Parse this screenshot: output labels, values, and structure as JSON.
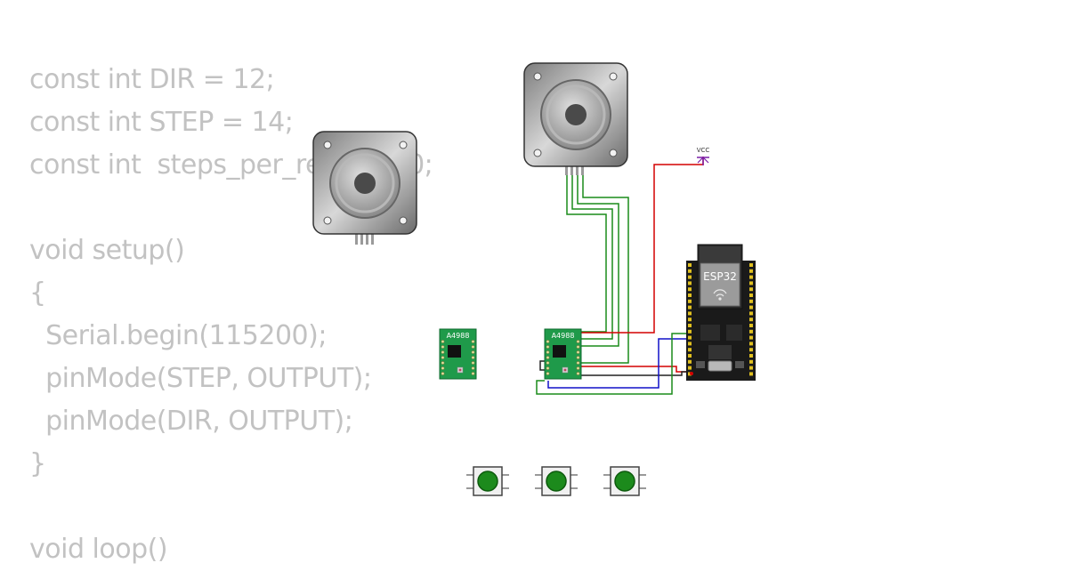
{
  "code": {
    "lines": [
      "const int DIR = 12;",
      "const int STEP = 14;",
      "const int  steps_per_rev = 200;",
      "",
      "void setup()",
      "{",
      "  Serial.begin(115200);",
      "  pinMode(STEP, OUTPUT);",
      "  pinMode(DIR, OUTPUT);",
      "}",
      "",
      "void loop()"
    ]
  },
  "diagram": {
    "driver_left_label": "A4988",
    "driver_right_label": "A4988",
    "esp32_label": "ESP32",
    "vcc_label": "VCC"
  },
  "colors": {
    "code_text": "#c2c2c2",
    "wire_green": "#1a8c1a",
    "wire_red": "#d40000",
    "wire_blue": "#1010c8",
    "wire_black": "#222222",
    "vcc": "#7a1fa8",
    "driver_board": "#1f9a4a",
    "button_cap": "#1c8a1c"
  }
}
